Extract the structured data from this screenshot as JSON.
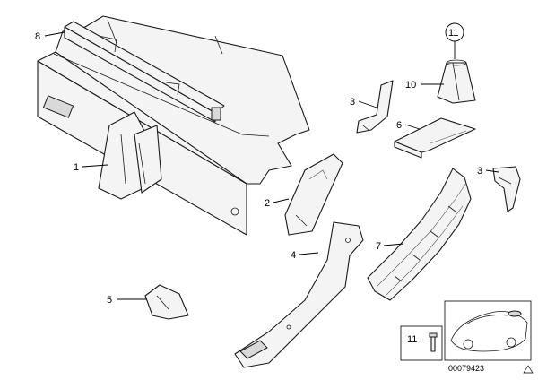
{
  "callouts": {
    "c1": "1",
    "c2": "2",
    "c3a": "3",
    "c3b": "3",
    "c4": "4",
    "c5": "5",
    "c6": "6",
    "c7": "7",
    "c8": "8",
    "c10": "10",
    "c11_circle": "11",
    "c11_inset": "11"
  },
  "diagram_number": "00079423"
}
